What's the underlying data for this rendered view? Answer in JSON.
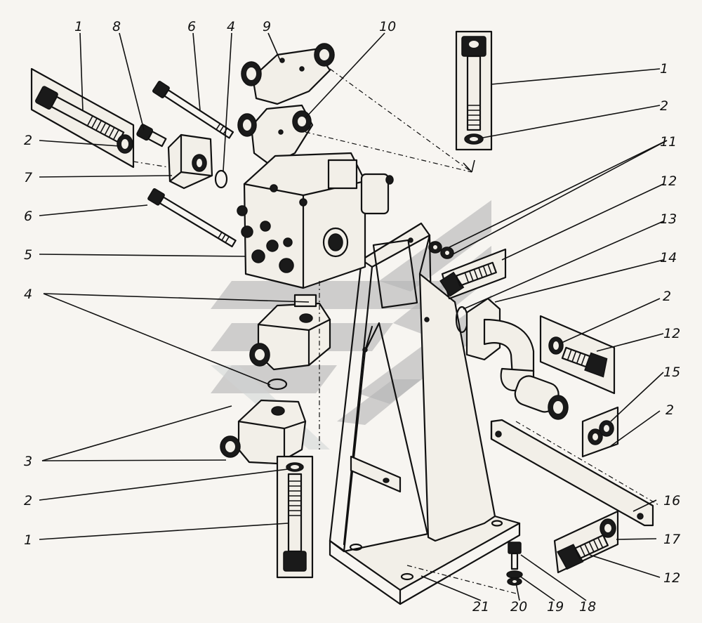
{
  "callouts": {
    "n1a": "1",
    "n8": "8",
    "n6a": "6",
    "n4a": "4",
    "n9": "9",
    "n10": "10",
    "n1b": "1",
    "n2a": "2",
    "n11": "11",
    "n2b": "2",
    "n12a": "12",
    "n7": "7",
    "n6b": "6",
    "n13": "13",
    "n5": "5",
    "n14": "14",
    "n4b": "4",
    "n2c": "2",
    "n12b": "12",
    "n15": "15",
    "n2d": "2",
    "n3": "3",
    "n2e": "2",
    "n16": "16",
    "n1c": "1",
    "n17": "17",
    "n12c": "12",
    "n21": "21",
    "n20": "20",
    "n19": "19",
    "n18": "18"
  },
  "colors": {
    "ink": "#111111",
    "paper": "#f7f5f1",
    "watermark": "#b4b4b4"
  }
}
